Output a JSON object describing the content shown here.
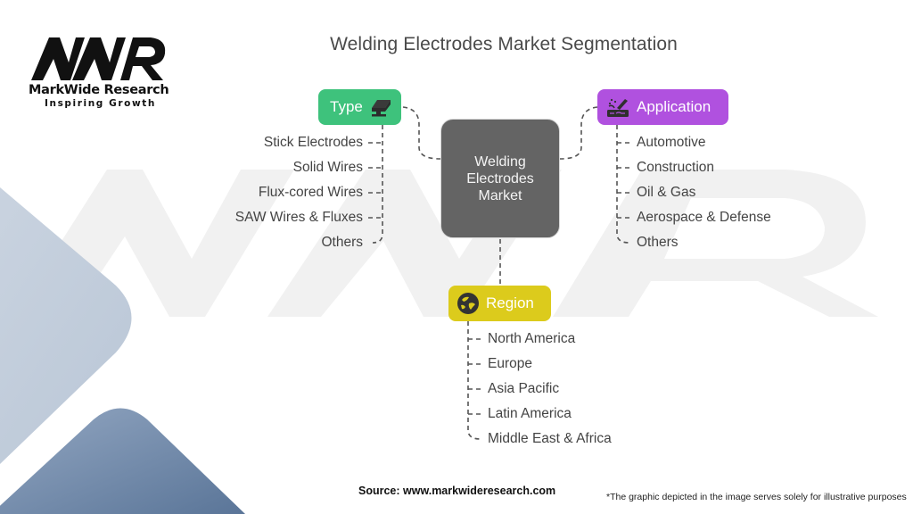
{
  "title": "Welding Electrodes Market Segmentation",
  "logo": {
    "mark": "MWR",
    "name": "MarkWide Research",
    "tagline": "Inspiring Growth"
  },
  "center": {
    "label": "Welding\nElectrodes\nMarket",
    "color": "#646464"
  },
  "segments": {
    "type": {
      "label": "Type",
      "icon": "electrode-block-icon",
      "color": "#3ec27c",
      "items": [
        "Stick Electrodes",
        "Solid Wires",
        "Flux-cored Wires",
        "SAW Wires & Fluxes",
        "Others"
      ]
    },
    "application": {
      "label": "Application",
      "icon": "welding-torch-icon",
      "color": "#b051df",
      "items": [
        "Automotive",
        "Construction",
        "Oil & Gas",
        "Aerospace & Defense",
        "Others"
      ]
    },
    "region": {
      "label": "Region",
      "icon": "globe-icon",
      "color": "#dccb1c",
      "items": [
        "North America",
        "Europe",
        "Asia Pacific",
        "Latin America",
        "Middle East & Africa"
      ]
    }
  },
  "footer": {
    "source": "Source: www.markwideresearch.com",
    "note": "*The graphic depicted in the image serves solely for illustrative purposes"
  },
  "colors": {
    "connector": "#555555",
    "text": "#444444",
    "decor_light": "#c0ccdb",
    "decor_dark": "#647fa3"
  }
}
